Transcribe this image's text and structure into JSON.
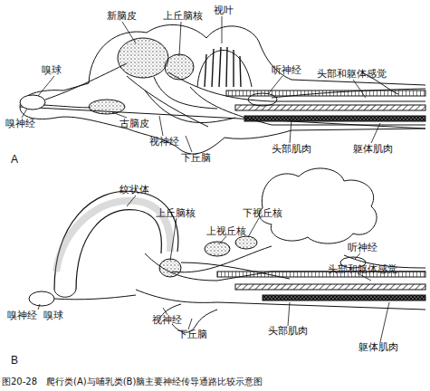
{
  "diagram": {
    "caption": "图20-28　爬行类(A)与哺乳类(B)脑主要神经传导通路比较示意图",
    "labels": [
      "新脑皮",
      "上丘脑核",
      "视叶",
      "嗅球",
      "听神经",
      "头部和躯体感觉",
      "嗅神经",
      "古脑皮",
      "视神经",
      "下丘脑",
      "头部肌肉",
      "躯体肌肉",
      "A",
      "纹状体",
      "上丘脑核",
      "下视丘核",
      "上视丘核",
      "听神经",
      "头部和躯体感觉",
      "嗅神经",
      "嗅球",
      "视神经",
      "下丘脑",
      "头部肌肉",
      "躯体肌肉",
      "B"
    ]
  }
}
